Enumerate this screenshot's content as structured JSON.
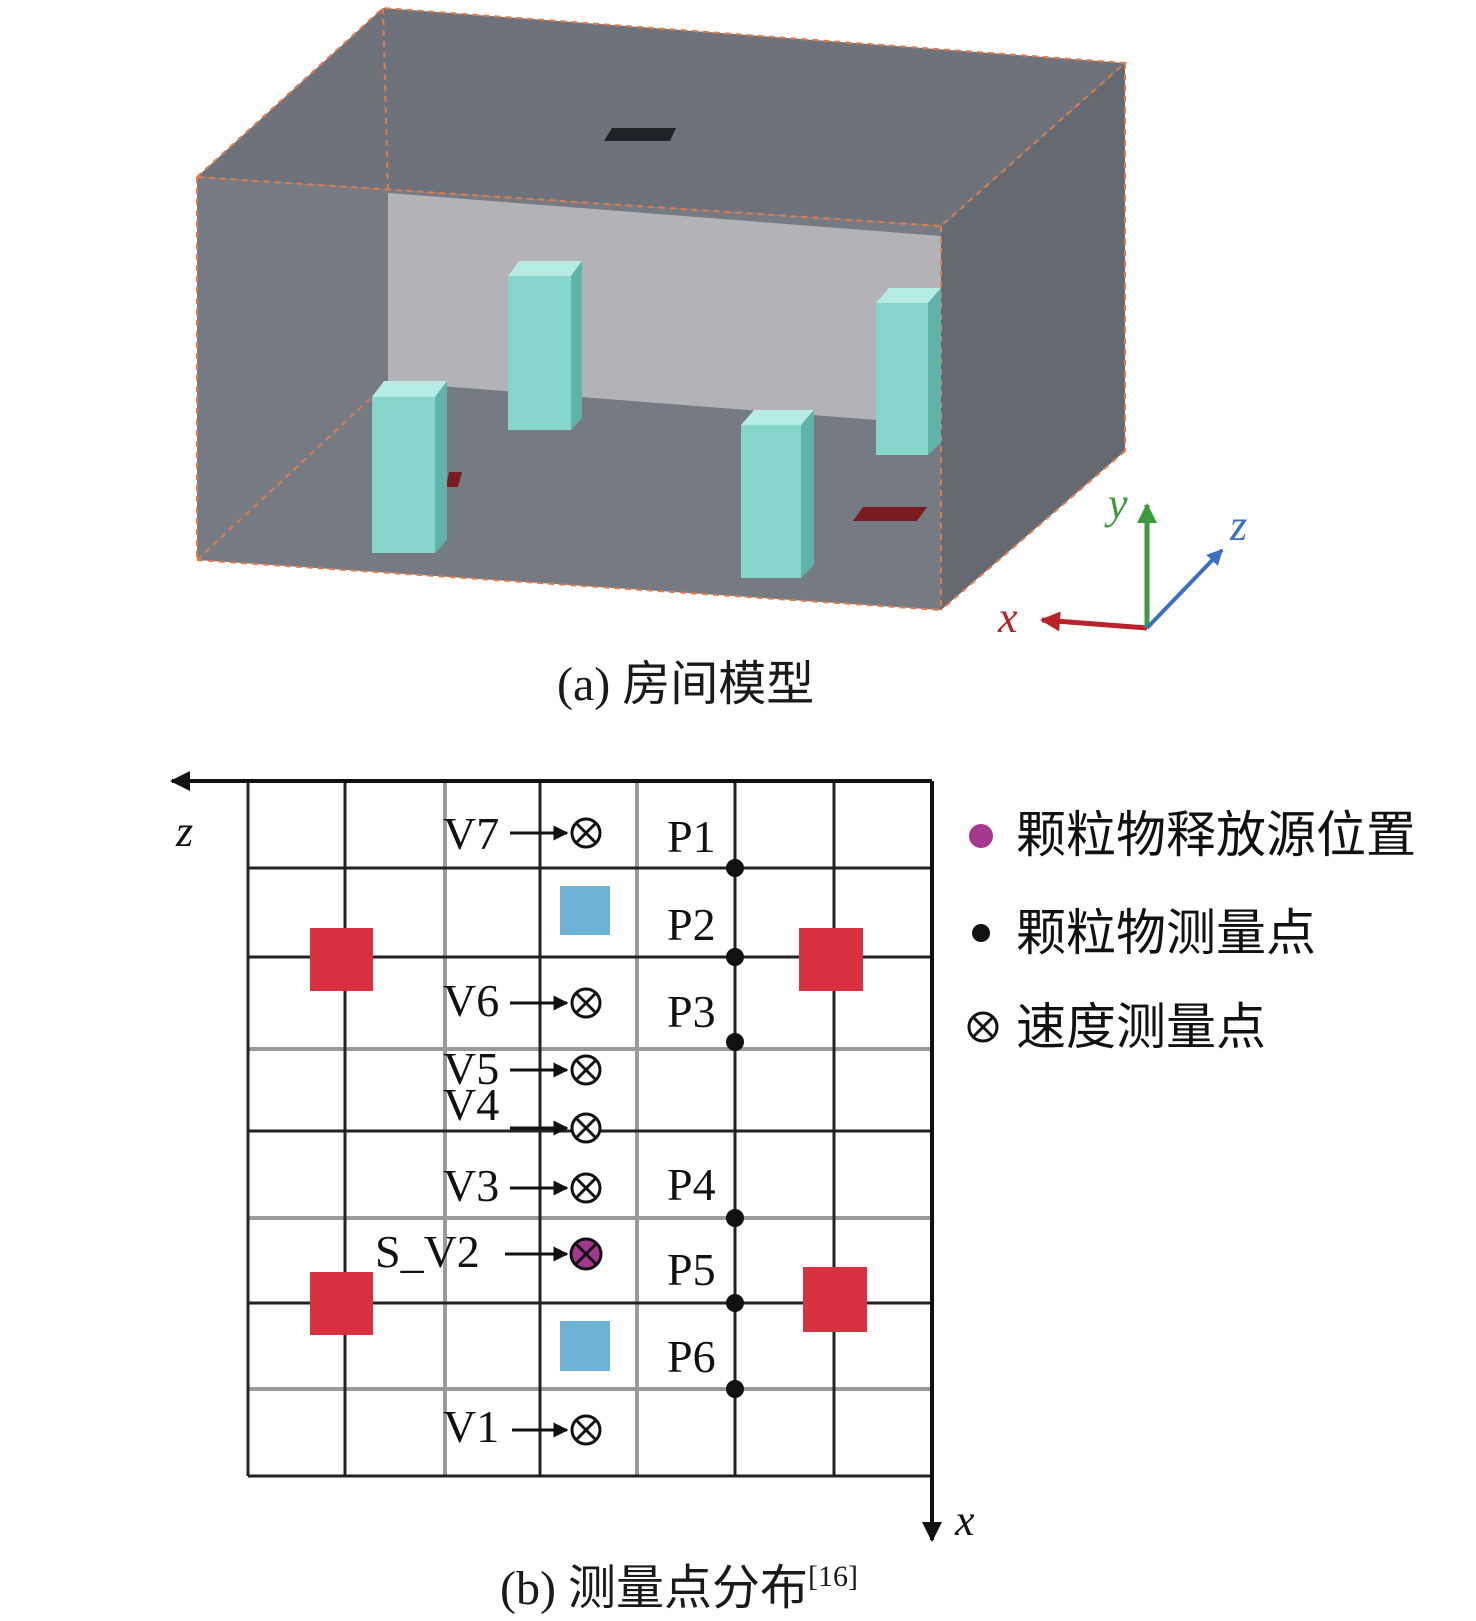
{
  "panel_a": {
    "caption": "(a) 房间模型",
    "axes": {
      "x": {
        "label": "x",
        "color": "#b8232a"
      },
      "y": {
        "label": "y",
        "color": "#3d9a3a"
      },
      "z": {
        "label": "z",
        "color": "#3a6fc4"
      }
    },
    "colors": {
      "wall": "#737880",
      "back_wall": "#b2b2b6",
      "pillar": "#86d6cc",
      "vent": "#1f2226",
      "outlet": "#7a1b20"
    }
  },
  "panel_b": {
    "caption": "(b) 测量点分布",
    "citation": "[16]",
    "axis_x": "x",
    "axis_z": "z",
    "velocity_points": [
      "V7",
      "V6",
      "V5",
      "V4",
      "V3",
      "S_V2",
      "V1"
    ],
    "particle_points": [
      "P1",
      "P2",
      "P3",
      "P4",
      "P5",
      "P6"
    ],
    "legend": [
      {
        "label": "颗粒物释放源位置",
        "symbol": "source-dot"
      },
      {
        "label": "颗粒物测量点",
        "symbol": "black-dot"
      },
      {
        "label": "速度测量点",
        "symbol": "cross-circle"
      }
    ],
    "colors": {
      "pillar_marker": "#d8313f",
      "blue_marker": "#6db3d6",
      "source": "#a6378f",
      "grid": "#222222"
    }
  }
}
